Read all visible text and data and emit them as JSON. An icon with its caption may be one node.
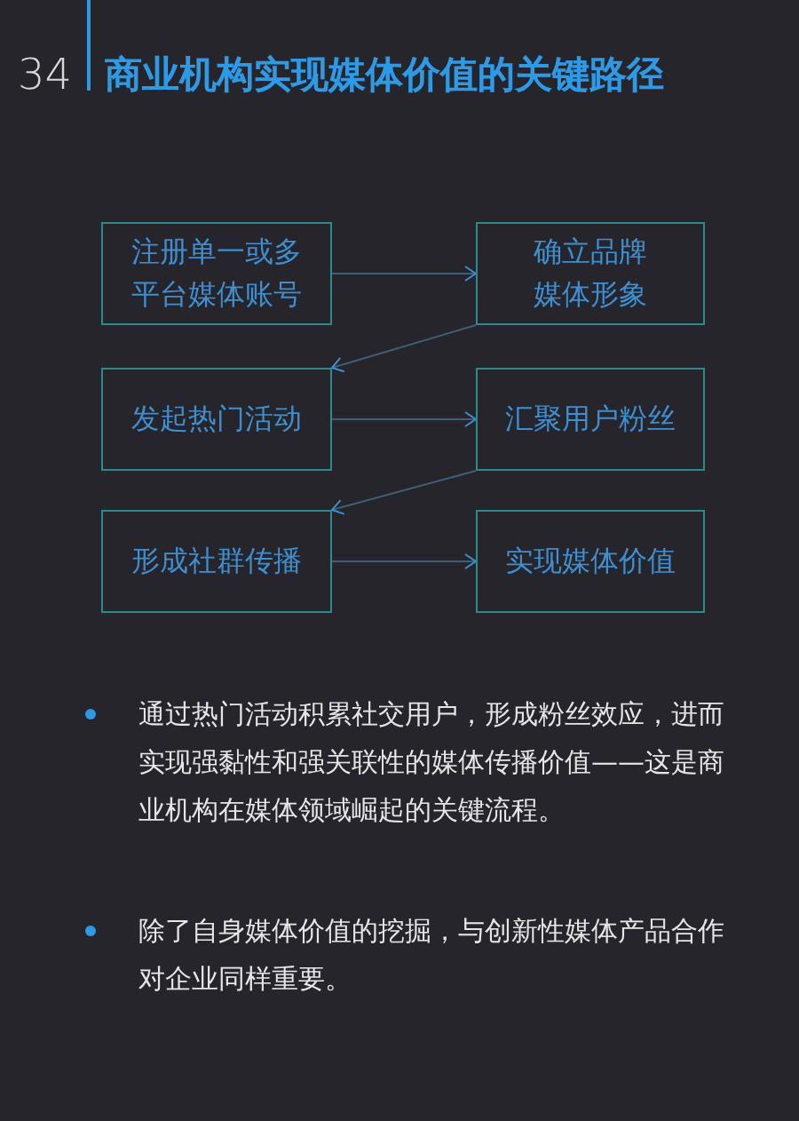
{
  "diagram": {
    "title": "商业机构实现媒体价值的关键路径",
    "nodes": [
      {
        "text": [
          "注册单一或多平台媒体账号"
        ]
      },
      {
        "text": [
          "确立品牌媒体形象"
        ]
      },
      {
        "text": [
          "发起热门活动"
        ]
      },
      {
        "text": [
          "汇聚用户粉丝"
        ]
      },
      {
        "text": [
          "形成社群传播"
        ]
      },
      {
        "text": [
          "实现媒体价值"
        ]
      }
    ],
    "edges": [
      {
        "from": 0,
        "to": 1,
        "arrow": "to"
      },
      {
        "from": 1,
        "to": 2,
        "arrow": "to"
      },
      {
        "from": 2,
        "to": 3,
        "arrow": "to"
      },
      {
        "from": 3,
        "to": 4,
        "arrow": "to"
      },
      {
        "from": 4,
        "to": 5,
        "arrow": "to"
      }
    ],
    "labels": [
      "34",
      "通过热门活动积累社交用户，形成粉丝效应，进而实现强黏性和强关联性的媒体传播价值——这是商业机构在媒体领域崛起的关键流程。",
      "除了自身媒体价值的挖掘，与创新性媒体产品合作对企业同样重要。"
    ]
  }
}
